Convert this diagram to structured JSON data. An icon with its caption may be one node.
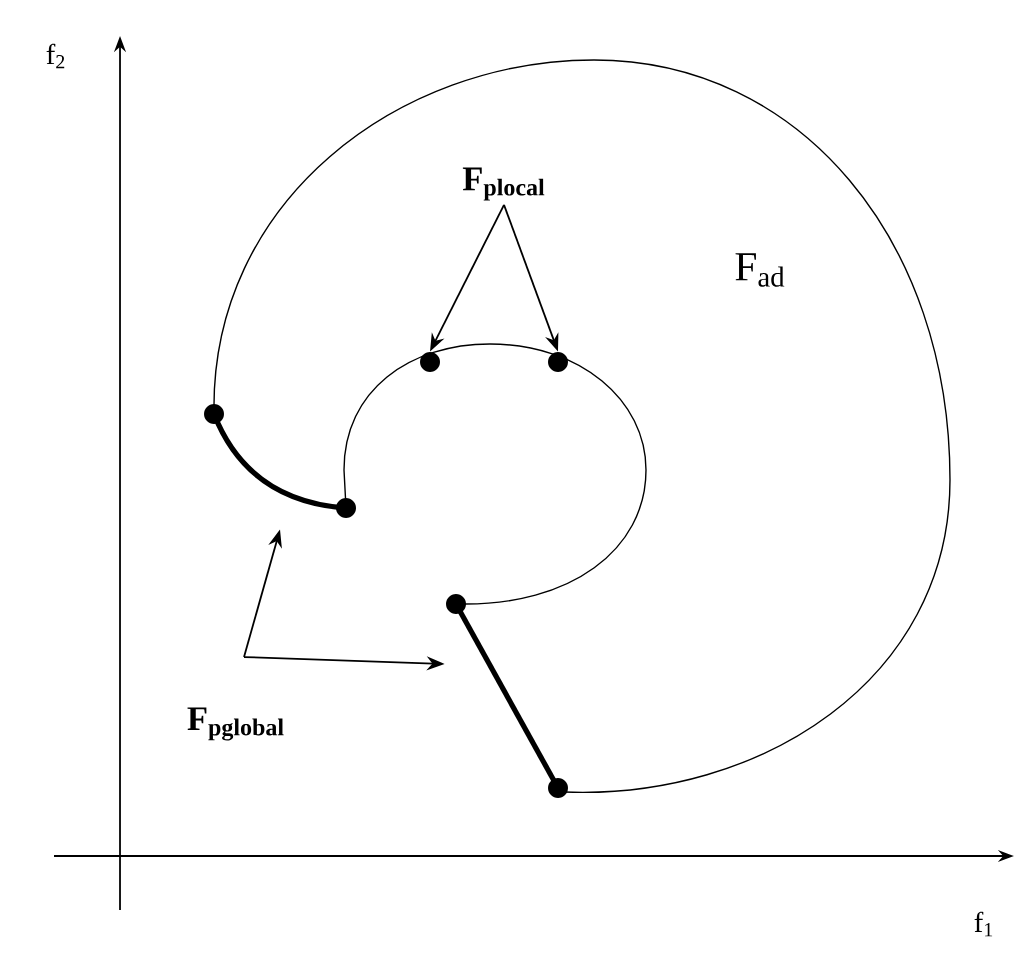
{
  "diagram": {
    "nodes": [
      {
        "text": [
          "F$_{plocal}$"
        ]
      },
      {
        "text": [],
        "shape": "circle"
      },
      {
        "text": [],
        "shape": "circle"
      },
      {
        "text": [
          "F$_{pglobal}$"
        ]
      },
      {
        "text": [],
        "shape": "line"
      },
      {
        "text": [],
        "shape": "line"
      }
    ],
    "edges": [
      {
        "from": 0,
        "to": 1,
        "arrow": "to"
      },
      {
        "from": 0,
        "to": 2,
        "arrow": "to"
      },
      {
        "from": 3,
        "to": 4,
        "arrow": "to"
      },
      {
        "from": 3,
        "to": 5,
        "arrow": "to"
      }
    ],
    "labels": [
      "f$_{2}$",
      "F$_{ad}$",
      "f$_{1}$"
    ]
  }
}
